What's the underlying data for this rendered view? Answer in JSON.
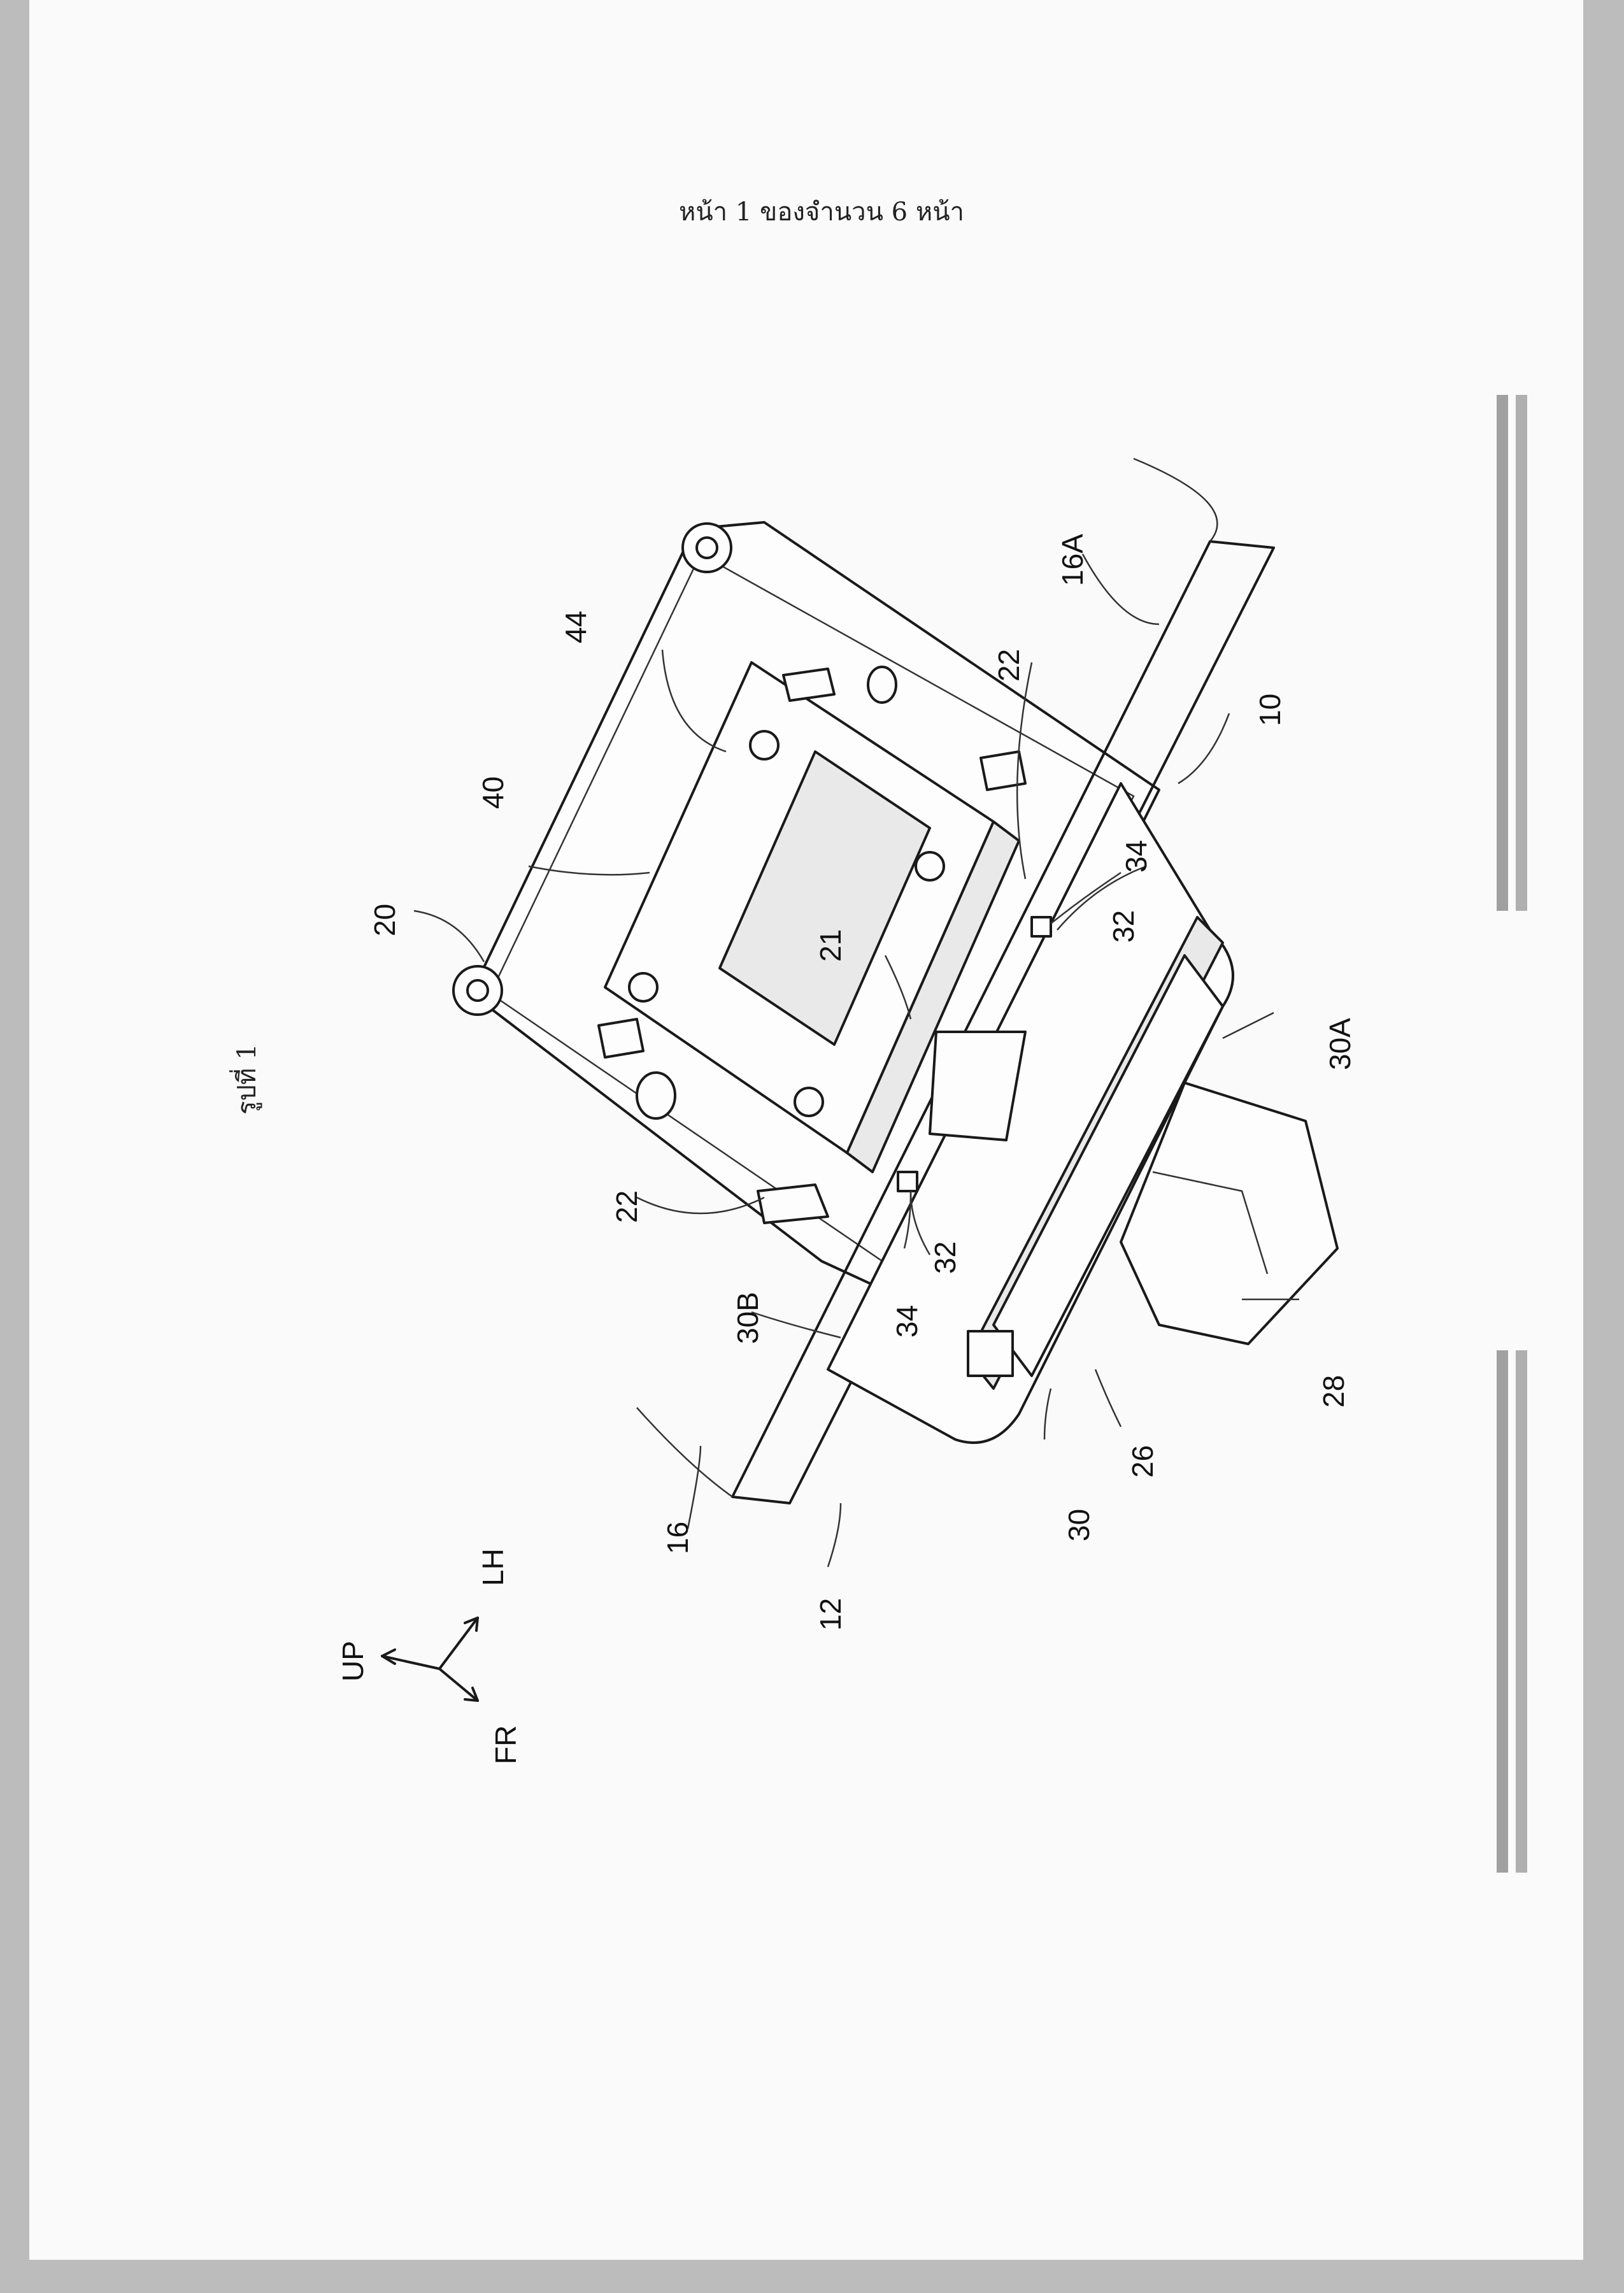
{
  "header": "หน้า 1 ของจำนวน 6 หน้า",
  "figure_title": "รูปที่ 1",
  "reference_numerals": [
    "10",
    "12",
    "16",
    "16A",
    "20",
    "21",
    "22",
    "22",
    "26",
    "28",
    "30",
    "30A",
    "30B",
    "32",
    "32",
    "34",
    "34",
    "40",
    "44"
  ],
  "orientation_labels": {
    "up": "UP",
    "lh": "LH",
    "fr": "FR"
  }
}
